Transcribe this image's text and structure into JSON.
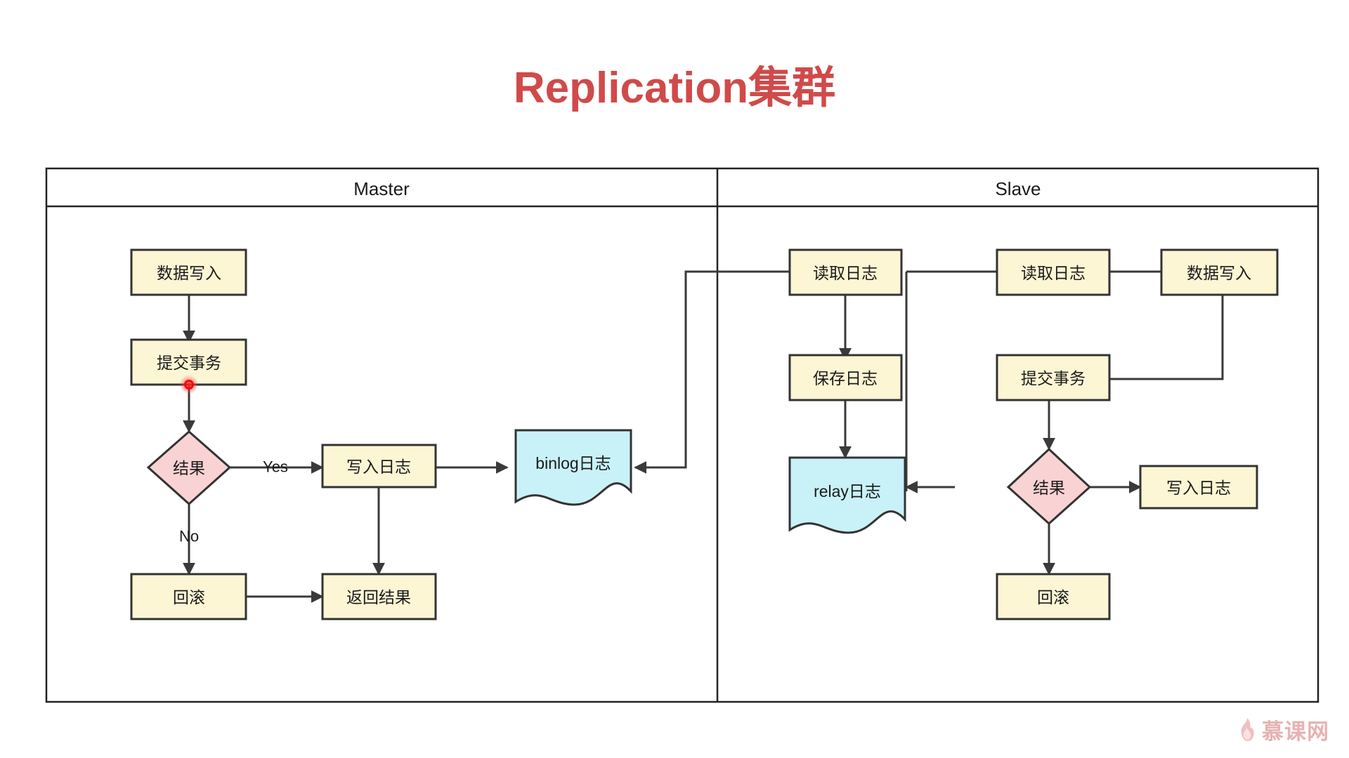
{
  "title": "Replication集群",
  "watermark": {
    "text": "慕课网",
    "icon": "flame-icon"
  },
  "colors": {
    "title": "#d04a4a",
    "process_fill": "#fdf6d4",
    "document_fill": "#c9f1f8",
    "decision_fill": "#f9d3d3",
    "stroke": "#333333",
    "watermark": "#d98484",
    "cursor": "#ff0000"
  },
  "panels": [
    {
      "id": "master",
      "label": "Master"
    },
    {
      "id": "slave",
      "label": "Slave"
    }
  ],
  "chart_data": {
    "type": "diagram",
    "title": "Replication集群",
    "subtype": "flowchart",
    "lanes": [
      "Master",
      "Slave"
    ],
    "nodes": [
      {
        "id": "m1",
        "lane": "Master",
        "label": "数据写入",
        "shape": "process"
      },
      {
        "id": "m2",
        "lane": "Master",
        "label": "提交事务",
        "shape": "process"
      },
      {
        "id": "m3",
        "lane": "Master",
        "label": "结果",
        "shape": "decision"
      },
      {
        "id": "m4",
        "lane": "Master",
        "label": "写入日志",
        "shape": "process"
      },
      {
        "id": "m5",
        "lane": "Master",
        "label": "binlog日志",
        "shape": "document"
      },
      {
        "id": "m6",
        "lane": "Master",
        "label": "回滚",
        "shape": "process"
      },
      {
        "id": "m7",
        "lane": "Master",
        "label": "返回结果",
        "shape": "process"
      },
      {
        "id": "s1",
        "lane": "Slave",
        "label": "读取日志",
        "shape": "process"
      },
      {
        "id": "s2",
        "lane": "Slave",
        "label": "保存日志",
        "shape": "process"
      },
      {
        "id": "s3",
        "lane": "Slave",
        "label": "relay日志",
        "shape": "document"
      },
      {
        "id": "s4",
        "lane": "Slave",
        "label": "读取日志",
        "shape": "process"
      },
      {
        "id": "s5",
        "lane": "Slave",
        "label": "数据写入",
        "shape": "process"
      },
      {
        "id": "s6",
        "lane": "Slave",
        "label": "提交事务",
        "shape": "process"
      },
      {
        "id": "s7",
        "lane": "Slave",
        "label": "结果",
        "shape": "decision"
      },
      {
        "id": "s8",
        "lane": "Slave",
        "label": "写入日志",
        "shape": "process"
      },
      {
        "id": "s9",
        "lane": "Slave",
        "label": "回滚",
        "shape": "process"
      }
    ],
    "edges": [
      {
        "from": "m1",
        "to": "m2",
        "label": ""
      },
      {
        "from": "m2",
        "to": "m3",
        "label": ""
      },
      {
        "from": "m3",
        "to": "m4",
        "label": "Yes"
      },
      {
        "from": "m3",
        "to": "m6",
        "label": "No"
      },
      {
        "from": "m4",
        "to": "m5",
        "label": ""
      },
      {
        "from": "m4",
        "to": "m7",
        "label": ""
      },
      {
        "from": "m6",
        "to": "m7",
        "label": ""
      },
      {
        "from": "m5",
        "to": "s1",
        "label": ""
      },
      {
        "from": "s1",
        "to": "s2",
        "label": ""
      },
      {
        "from": "s2",
        "to": "s3",
        "label": ""
      },
      {
        "from": "s4",
        "to": "s5",
        "label": ""
      },
      {
        "from": "s5",
        "to": "s6",
        "label": ""
      },
      {
        "from": "s6",
        "to": "s7",
        "label": ""
      },
      {
        "from": "s7",
        "to": "s8",
        "label": ""
      },
      {
        "from": "s7",
        "to": "s9",
        "label": ""
      },
      {
        "from": "s8",
        "to": "s3",
        "label": ""
      }
    ],
    "edge_labels": {
      "yes": "Yes",
      "no": "No"
    }
  },
  "nodes": {
    "m1": "数据写入",
    "m2": "提交事务",
    "m3": "结果",
    "m4": "写入日志",
    "m5": "binlog日志",
    "m6": "回滚",
    "m7": "返回结果",
    "s1": "读取日志",
    "s2": "保存日志",
    "s3": "relay日志",
    "s4": "读取日志",
    "s5": "数据写入",
    "s6": "提交事务",
    "s7": "结果",
    "s8": "写入日志",
    "s9": "回滚"
  },
  "labels": {
    "yes": "Yes",
    "no": "No"
  }
}
